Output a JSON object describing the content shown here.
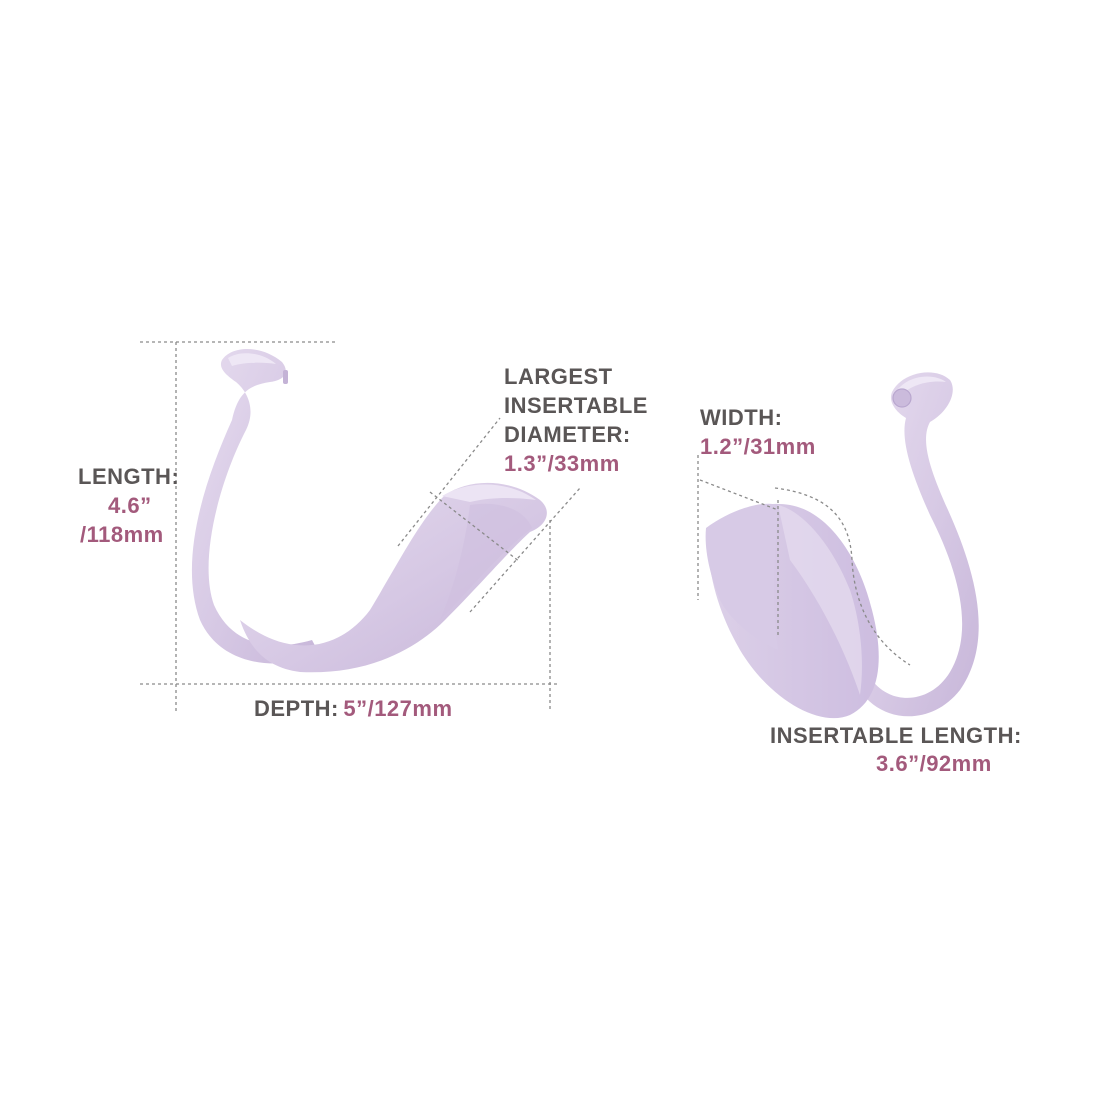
{
  "colors": {
    "background": "#ffffff",
    "label_gray": "#5a5656",
    "value_pink": "#a35a7c",
    "product_lavender": "#d8cbe6"
  },
  "labels": {
    "length_title": "LENGTH:",
    "length_value_in": "4.6”",
    "length_value_mm": "/118mm",
    "diameter_line1": "LARGEST",
    "diameter_line2": "INSERTABLE",
    "diameter_line3": "DIAMETER:",
    "diameter_value": "1.3”/33mm",
    "depth_title": "DEPTH:",
    "depth_value": "5”/127mm",
    "width_title": "WIDTH:",
    "width_value": "1.2”/31mm",
    "insertable_length_title": "INSERTABLE LENGTH:",
    "insertable_length_value": "3.6”/92mm"
  }
}
